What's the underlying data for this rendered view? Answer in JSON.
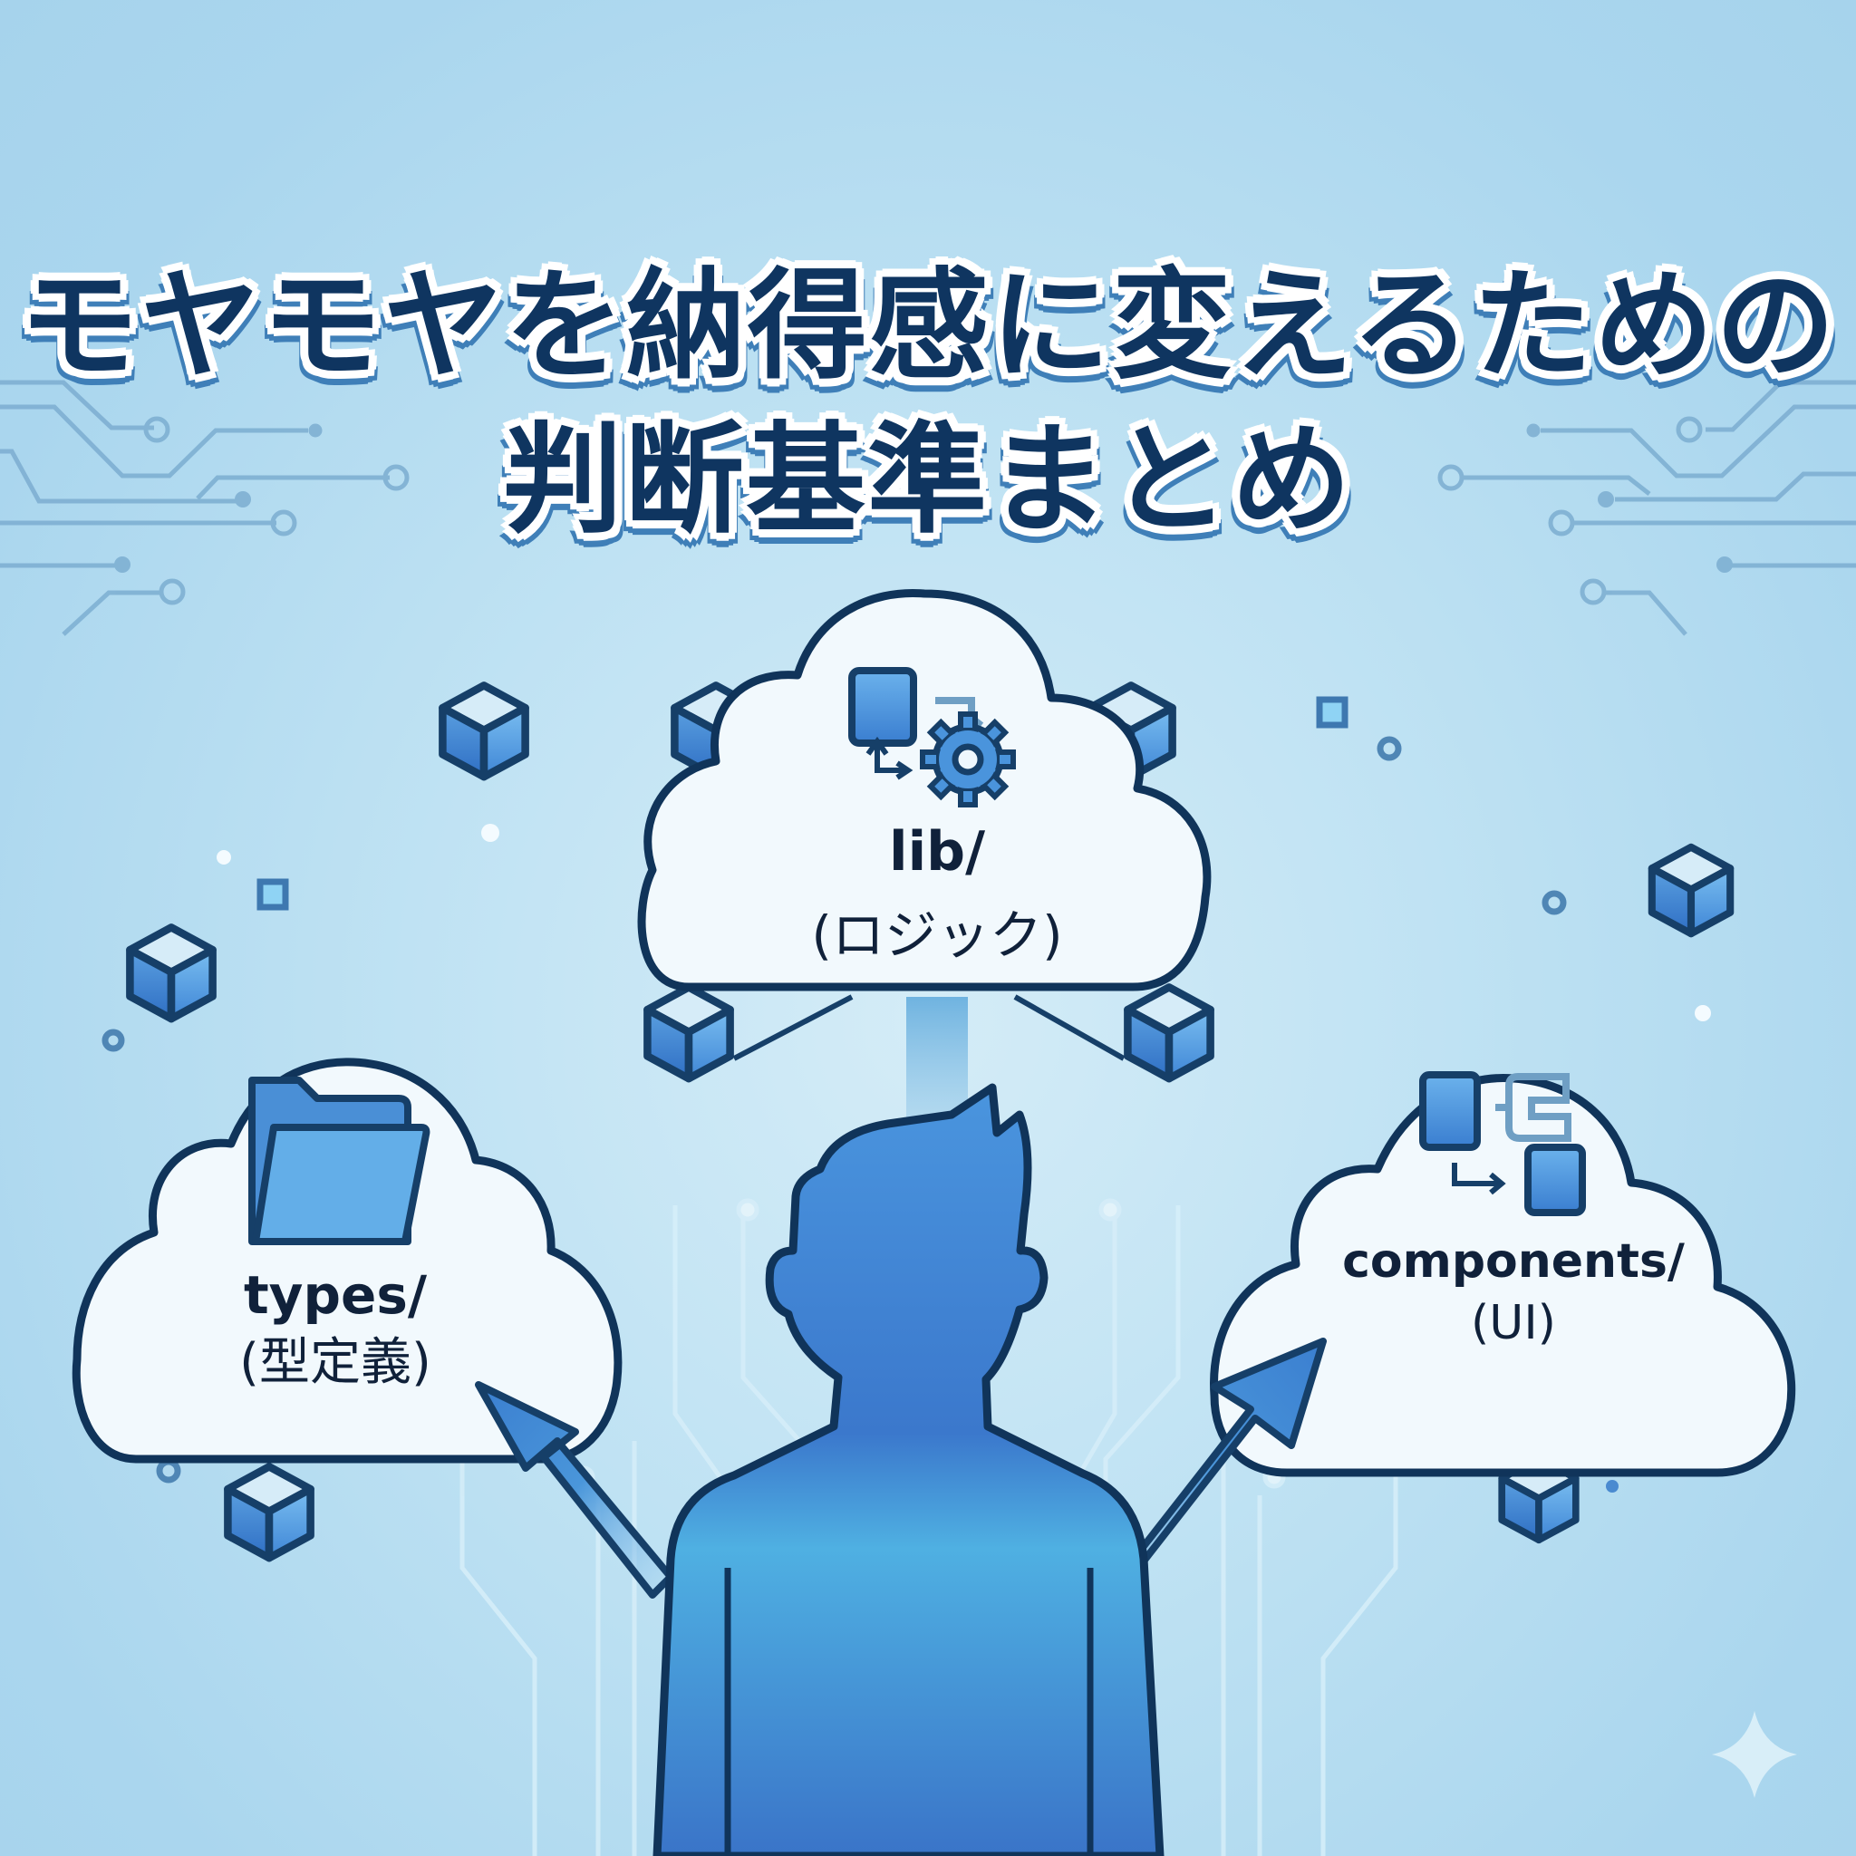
{
  "title": {
    "line1": "モヤモヤを納得感に変えるための",
    "line2": "判断基準まとめ"
  },
  "clouds": [
    {
      "id": "lib",
      "label": "lib/",
      "sublabel": "(ロジック)",
      "icon": "gear-flow-icon"
    },
    {
      "id": "types",
      "label": "types/",
      "sublabel": "(型定義)",
      "icon": "folder-icon"
    },
    {
      "id": "components",
      "label": "components/",
      "sublabel": "(UI)",
      "icon": "component-blocks-icon"
    }
  ],
  "colors": {
    "background": "#aed8ef",
    "title_text": "#0f3560",
    "title_outline": "#ffffff",
    "title_shadow": "#3f7fb8",
    "cloud_fill": "#f2f9fd",
    "cloud_stroke": "#10345a",
    "accent_blue": "#3b82d4",
    "person_fill": "#3e86d4",
    "circuit_line": "#7fb0d3"
  },
  "figure": {
    "subject": "person-silhouette",
    "arrows": [
      "arrow-to-types",
      "arrow-to-components"
    ]
  },
  "decorations": {
    "sparkle": "sparkle-icon"
  }
}
